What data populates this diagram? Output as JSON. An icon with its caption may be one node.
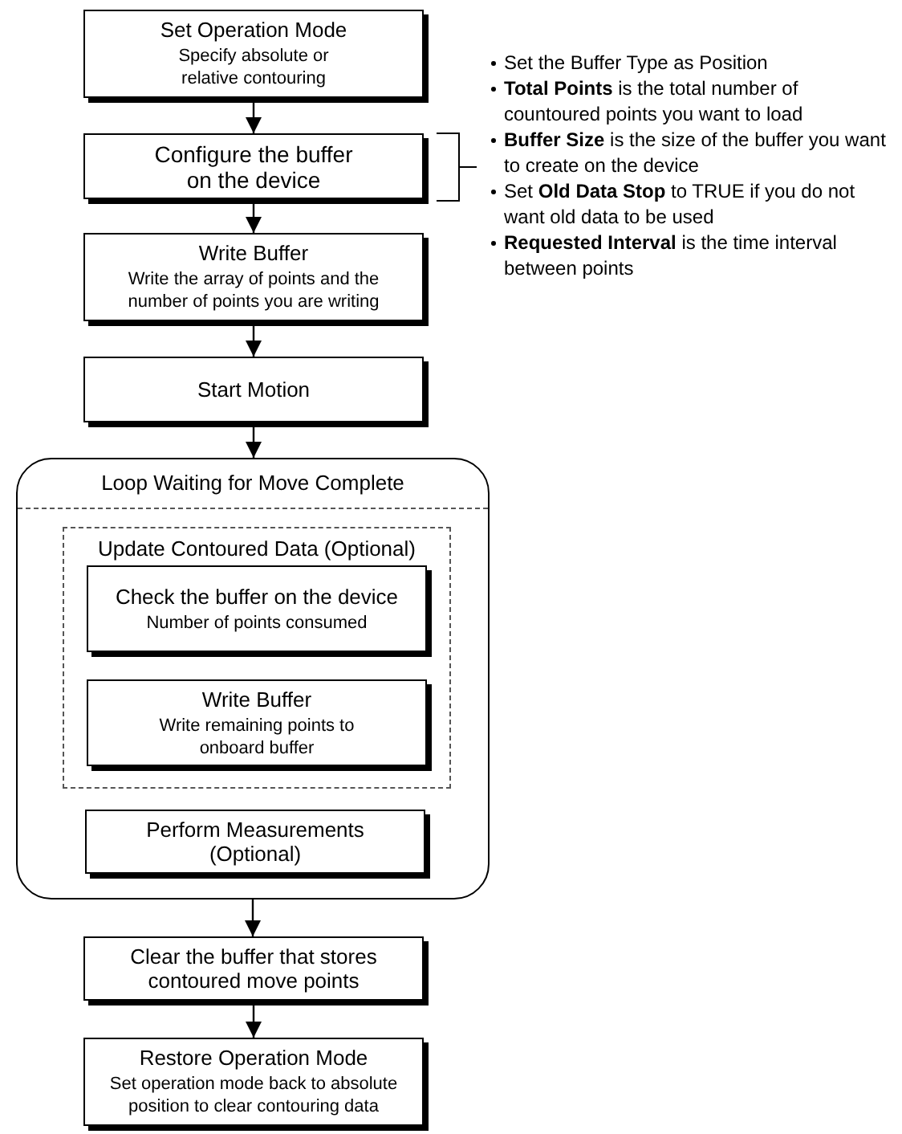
{
  "diagram": {
    "nodes": [
      {
        "text": [
          "Set Operation Mode",
          "Specify absolute or relative contouring"
        ]
      },
      {
        "text": [
          "Configure the buffer on the device"
        ]
      },
      {
        "text": [
          "Write Buffer",
          "Write the array of points and the number of points you are writing"
        ]
      },
      {
        "text": [
          "Start Motion"
        ]
      },
      {
        "text": [
          "Loop Waiting for Move Complete"
        ]
      },
      {
        "text": [
          "Update Contoured Data (Optional)"
        ],
        "in": 4
      },
      {
        "text": [
          "Check the buffer on the device",
          "Number of points consumed"
        ],
        "in": 5
      },
      {
        "text": [
          "Write Buffer",
          "Write remaining points to onboard buffer"
        ],
        "in": 5
      },
      {
        "text": [
          "Perform Measurements (Optional)"
        ],
        "in": 4
      },
      {
        "text": [
          "Clear the buffer that stores contoured move points"
        ]
      },
      {
        "text": [
          "Restore Operation Mode",
          "Set operation mode back to absolute position to clear contouring data"
        ]
      }
    ],
    "edges": [
      {
        "from": 0,
        "to": 1,
        "arrow": "to"
      },
      {
        "from": 1,
        "to": 2,
        "arrow": "to"
      },
      {
        "from": 2,
        "to": 3,
        "arrow": "to"
      },
      {
        "from": 3,
        "to": 4,
        "arrow": "to"
      },
      {
        "from": 4,
        "to": 9,
        "arrow": "to"
      },
      {
        "from": 9,
        "to": 10,
        "arrow": "to"
      }
    ],
    "labels": [
      "Set the Buffer Type as Position",
      "**Total Points** is the total number of countoured points you want to load",
      "**Buffer Size** is the size of the buffer you want to create on the device",
      "Set **Old Data Stop** to TRUE if you do not want old data to be used",
      "**Requested Interval** is the time interval between points"
    ]
  }
}
